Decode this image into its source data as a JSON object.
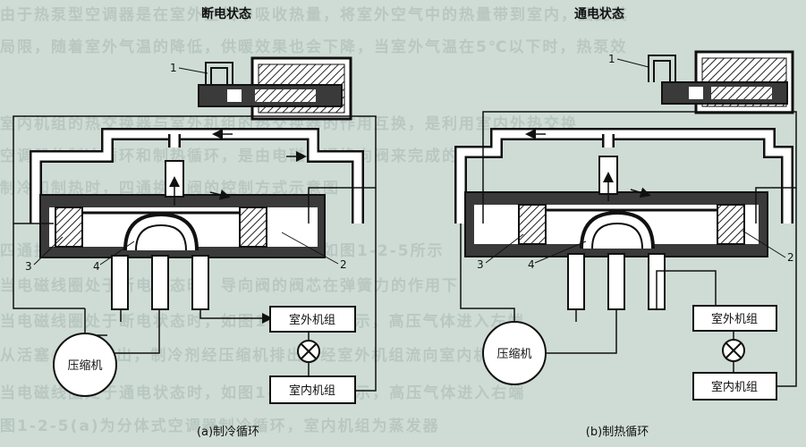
{
  "diagrams": [
    {
      "title": "断电状态",
      "caption": "(a)制冷循环",
      "compressor_label": "压缩机",
      "outdoor_unit_label": "室外机组",
      "indoor_unit_label": "室内机组",
      "part_labels": [
        "1",
        "2",
        "3",
        "4"
      ]
    },
    {
      "title": "通电状态",
      "caption": "(b)制热循环",
      "compressor_label": "压缩机",
      "outdoor_unit_label": "室外机组",
      "indoor_unit_label": "室内机组",
      "part_labels": [
        "1",
        "2",
        "3",
        "4"
      ]
    }
  ],
  "colors": {
    "background": "#cfdcd6",
    "ink": "#141414",
    "valve_dark": "#3a3a3a",
    "pipe_fill": "#ffffff"
  }
}
